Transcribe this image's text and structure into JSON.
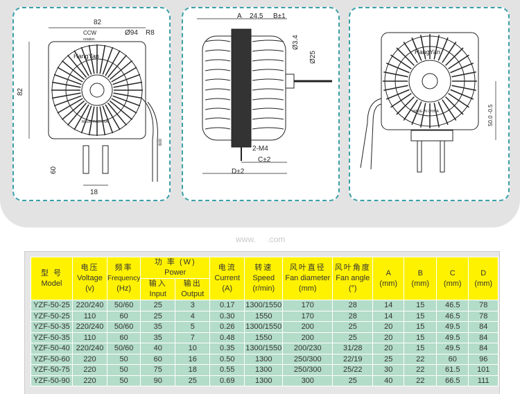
{
  "drawings": {
    "front": {
      "width": "82",
      "height": "82",
      "direction": "CCW",
      "direction_sub": "rotation",
      "hole": "Ø94",
      "radius": "R8",
      "brand": "HangYan",
      "made": "MADE IN CHINA",
      "cable": "600",
      "lead": "60",
      "pitch": "18"
    },
    "side": {
      "a": "A",
      "gap": "24.5",
      "b": "B±1",
      "shaft": "Ø3.4",
      "boss": "Ø25",
      "thread": "2-M4",
      "c": "C±2",
      "d": "D±2"
    },
    "back": {
      "brand": "HangYan",
      "made": "MADE IN CHINA",
      "height": "50.0 -0.5"
    }
  },
  "table": {
    "headers": {
      "model_cn": "型 号",
      "model": "Model",
      "voltage_cn": "电压",
      "voltage": "Voltage",
      "voltage_unit": "(v)",
      "freq_cn": "频率",
      "freq": "Frequency",
      "freq_unit": "(Hz)",
      "power_cn": "功 率 (W)",
      "power": "Power",
      "input_cn": "输入",
      "input": "Input",
      "output_cn": "输出",
      "output": "Output",
      "current_cn": "电流",
      "current": "Current",
      "current_unit": "(A)",
      "speed_cn": "转速",
      "speed": "Speed",
      "speed_unit": "(r/min)",
      "fd_cn": "风叶直径",
      "fd": "Fan diameter",
      "fd_unit": "(mm)",
      "fa_cn": "风叶角度",
      "fa": "Fan angle",
      "fa_unit": "(°)",
      "a": "A",
      "b": "B",
      "c": "C",
      "d": "D",
      "mm": "(mm)"
    },
    "rows": [
      [
        "YZF-50-25",
        "220/240",
        "50/60",
        "25",
        "3",
        "0.17",
        "1300/1550",
        "170",
        "28",
        "14",
        "15",
        "46.5",
        "78"
      ],
      [
        "YZF-50-25",
        "110",
        "60",
        "25",
        "4",
        "0.30",
        "1550",
        "170",
        "28",
        "14",
        "15",
        "46.5",
        "78"
      ],
      [
        "YZF-50-35",
        "220/240",
        "50/60",
        "35",
        "5",
        "0.26",
        "1300/1550",
        "200",
        "25",
        "20",
        "15",
        "49.5",
        "84"
      ],
      [
        "YZF-50-35",
        "110",
        "60",
        "35",
        "7",
        "0.48",
        "1550",
        "200",
        "25",
        "20",
        "15",
        "49.5",
        "84"
      ],
      [
        "YZF-50-40",
        "220/240",
        "50/60",
        "40",
        "10",
        "0.35",
        "1300/1550",
        "200/230",
        "31/28",
        "20",
        "15",
        "49.5",
        "84"
      ],
      [
        "YZF-50-60",
        "220",
        "50",
        "60",
        "16",
        "0.50",
        "1300",
        "250/300",
        "22/19",
        "25",
        "22",
        "60",
        "96"
      ],
      [
        "YZF-50-75",
        "220",
        "50",
        "75",
        "18",
        "0.55",
        "1300",
        "250/300",
        "25/22",
        "30",
        "22",
        "61.5",
        "101"
      ],
      [
        "YZF-50-90",
        "220",
        "50",
        "90",
        "25",
        "0.69",
        "1300",
        "300",
        "25",
        "40",
        "22",
        "66.5",
        "111"
      ]
    ]
  },
  "watermark": "www.     .com"
}
